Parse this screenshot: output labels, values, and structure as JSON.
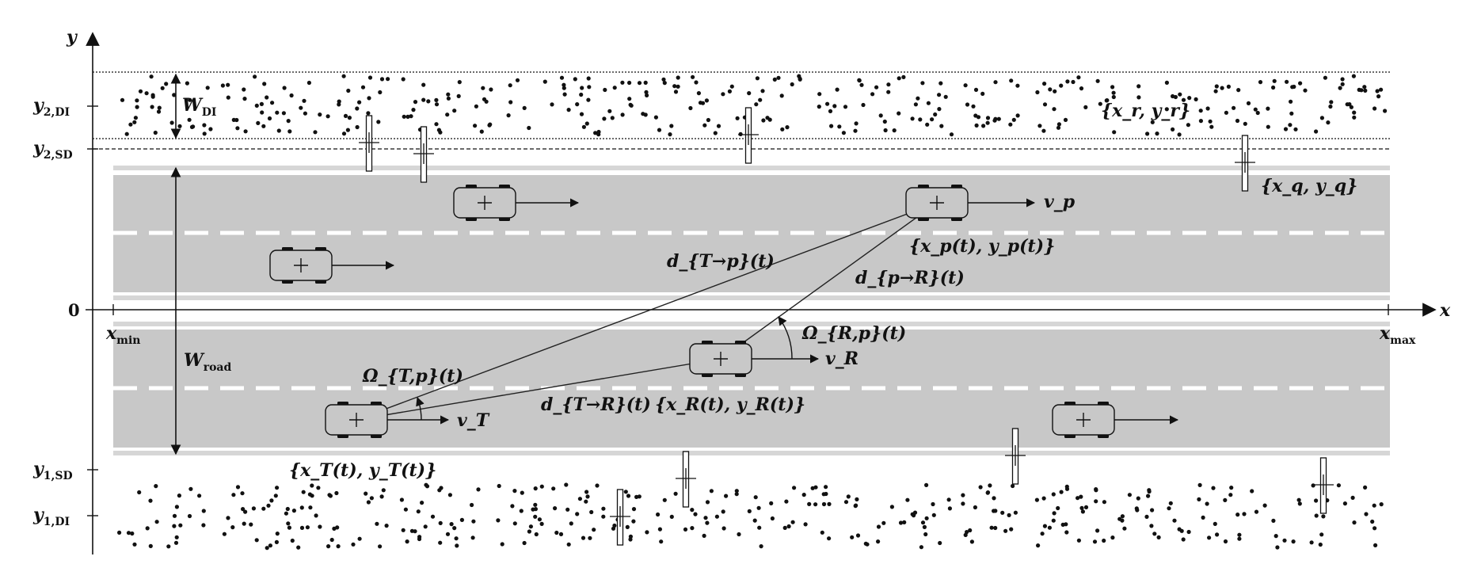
{
  "axes": {
    "x_label": "x",
    "y_label": "y",
    "origin_label": "0",
    "xmin_label": "xmin",
    "xmax_label": "xmax"
  },
  "y_ticks": [
    {
      "main": "y",
      "sub": "2,DI"
    },
    {
      "main": "y",
      "sub": "2,SD"
    },
    {
      "main": "y",
      "sub": "1,SD"
    },
    {
      "main": "y",
      "sub": "1,DI"
    }
  ],
  "dimensions": {
    "w_di": {
      "main": "W",
      "sub": "DI"
    },
    "w_road": {
      "main": "W",
      "sub": "road"
    }
  },
  "vehicle_labels": {
    "transmitter": "{x_T(t), y_T(t)}",
    "receiver": "{x_R(t), y_R(t)}",
    "scatterer_vehicle": "{x_p(t), y_p(t)}",
    "v_t": "v_T",
    "v_r": "v_R",
    "v_p": "v_p"
  },
  "distance_labels": {
    "d_t_p": "d_{T→p}(t)",
    "d_p_r": "d_{p→R}(t)",
    "d_t_r": "d_{T→R}(t)"
  },
  "angle_labels": {
    "omega_t_p": "Ω_{T,p}(t)",
    "omega_r_p": "Ω_{R,p}(t)"
  },
  "scatterer_labels": {
    "diffuse": "{x_r, y_r}",
    "specular": "{x_q, y_q}"
  },
  "colors": {
    "road": "#c8c8c8",
    "lane_marking": "#ffffff",
    "edge_line": "#d0d0d0",
    "ink": "#111111"
  }
}
